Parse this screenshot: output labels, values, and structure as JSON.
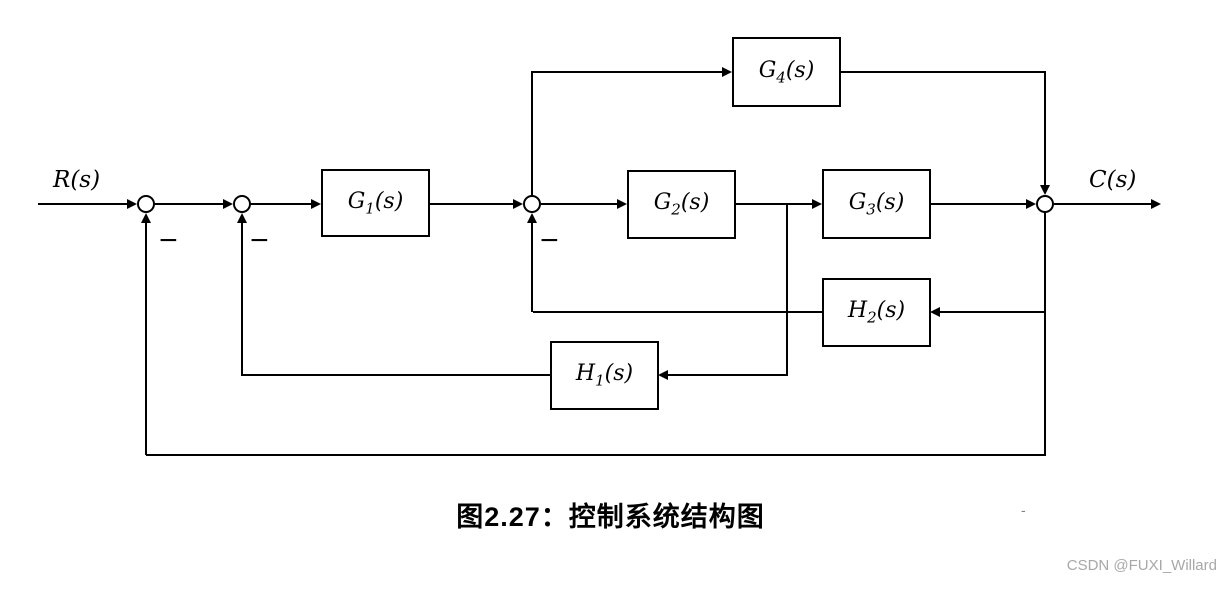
{
  "diagram": {
    "input_label": {
      "letter": "R",
      "arg": "(s)"
    },
    "output_label": {
      "letter": "C",
      "arg": "(s)"
    },
    "blocks": {
      "g1": {
        "letter": "G",
        "sub": "1",
        "arg": "(s)"
      },
      "g2": {
        "letter": "G",
        "sub": "2",
        "arg": "(s)"
      },
      "g3": {
        "letter": "G",
        "sub": "3",
        "arg": "(s)"
      },
      "g4": {
        "letter": "G",
        "sub": "4",
        "arg": "(s)"
      },
      "h1": {
        "letter": "H",
        "sub": "1",
        "arg": "(s)"
      },
      "h2": {
        "letter": "H",
        "sub": "2",
        "arg": "(s)"
      }
    },
    "signs": {
      "minus": "−"
    },
    "line_color": "#000000"
  },
  "caption": {
    "text": "图2.27：控制系统结构图",
    "stray_dash": "-"
  },
  "watermark": {
    "text": "CSDN @FUXI_Willard",
    "color": "#a8a8a8"
  }
}
